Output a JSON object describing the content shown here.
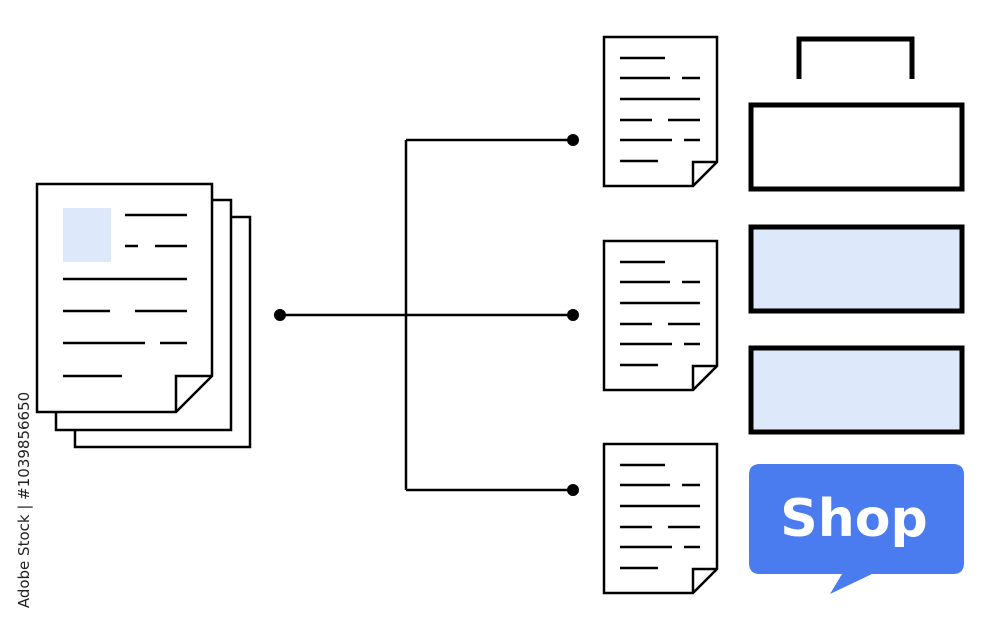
{
  "shop_bubble": {
    "label": "Shop"
  },
  "watermark_id": "1039856650",
  "watermark_text": "Adobe Stock | #1039856650",
  "colors": {
    "stroke": "#000000",
    "accent_fill": "#dde8fb",
    "shop_blue": "#4a7cf0",
    "shop_text": "#ffffff"
  }
}
